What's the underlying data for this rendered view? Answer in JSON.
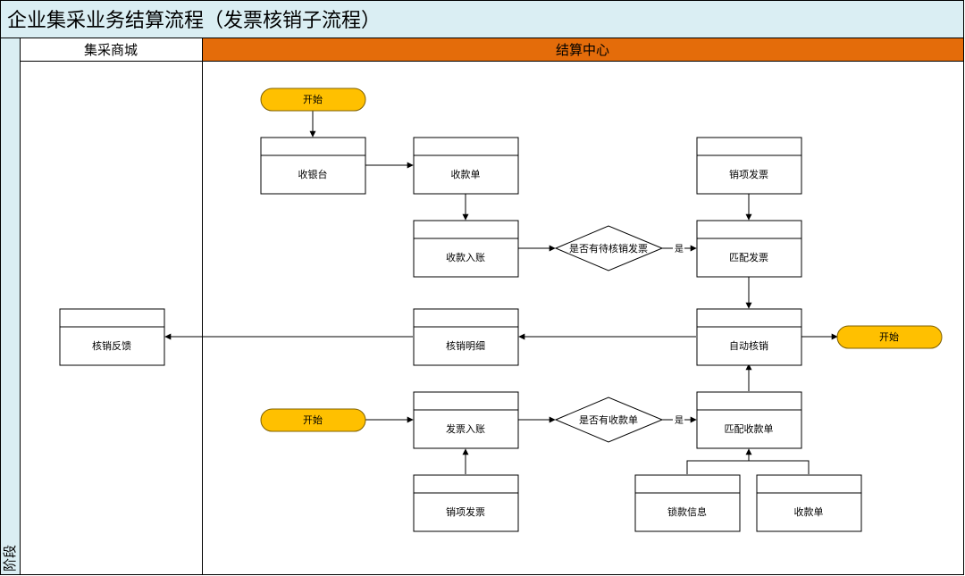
{
  "title": "企业集采业务结算流程（发票核销子流程）",
  "stage_label": "阶段",
  "lanes": {
    "mall": "集采商城",
    "settlement": "结算中心"
  },
  "colors": {
    "title_bg": "#daeef3",
    "settlement_header": "#e46c0a",
    "terminal_fill": "#ffc000",
    "terminal_stroke": "#7f6000",
    "stage_column_bg": "#daeef3"
  },
  "nodes": {
    "start_top": "开始",
    "cashier": "收银台",
    "receipt": "收款单",
    "receipt_post": "收款入账",
    "decision_invoice": "是否有待核销发票",
    "sales_invoice_top": "销项发票",
    "match_invoice": "匹配发票",
    "auto_writeoff": "自动核销",
    "end_right": "开始",
    "writeoff_detail": "核销明细",
    "writeoff_feedback": "核销反馈",
    "start_bottom": "开始",
    "invoice_post": "发票入账",
    "decision_receipt": "是否有收款单",
    "match_receipt": "匹配收款单",
    "sales_invoice_bottom": "销项发票",
    "lock_info": "锁款信息",
    "receipt_bottom": "收款单"
  },
  "edge_labels": {
    "yes_1": "是",
    "yes_2": "是"
  }
}
